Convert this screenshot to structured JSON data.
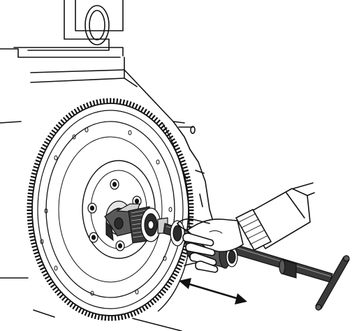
{
  "figure": {
    "subject": "pilot-bearing-removal-with-slide-hammer-puller",
    "style": "black-and-white line art",
    "text_labels": []
  },
  "colors": {
    "line": "#111111",
    "paper": "#ffffff",
    "tool_dark": "#2b2b2b",
    "tool_mid": "#5a5a5a",
    "tool_light": "#cfcfcf"
  },
  "parts": {
    "engine_block": "engine-block",
    "flywheel": "flywheel-ring-gear",
    "crankshaft_hub": "crankshaft-flange-bolts",
    "puller": "bearing-puller-jaws",
    "slide_hammer": "slide-hammer-shaft-and-weight",
    "t_handle": "t-handle",
    "hand": "gloved-hand",
    "motion": "double-headed-arrow-pull-direction"
  }
}
